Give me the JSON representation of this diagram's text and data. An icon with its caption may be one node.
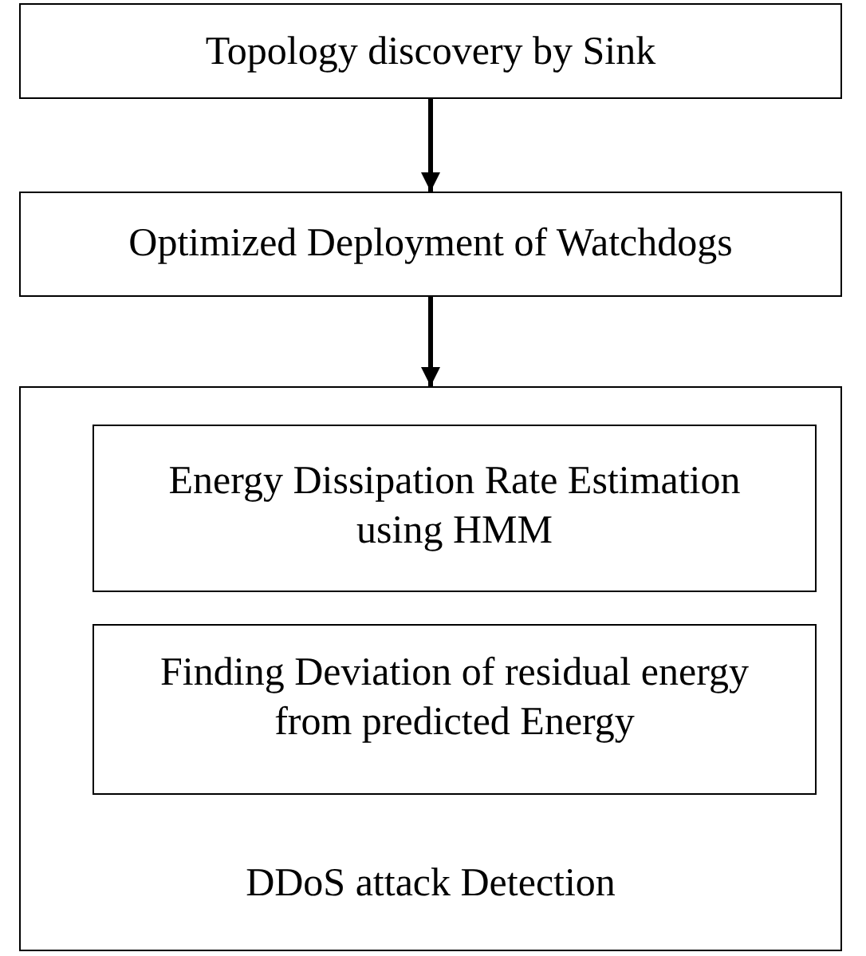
{
  "diagram": {
    "nodes": [
      {
        "text": [
          "Topology discovery by Sink"
        ]
      },
      {
        "text": [
          "Optimized Deployment of Watchdogs"
        ]
      },
      {
        "text": [
          "DDoS attack Detection"
        ]
      },
      {
        "text": [
          "Energy Dissipation Rate Estimation using HMM"
        ],
        "in": 2
      },
      {
        "text": [
          "Finding Deviation of residual energy from predicted Energy"
        ],
        "in": 2
      }
    ],
    "edges": [
      {
        "from": 0,
        "to": 1,
        "arrow": "to"
      },
      {
        "from": 1,
        "to": 2,
        "arrow": "to"
      }
    ]
  }
}
